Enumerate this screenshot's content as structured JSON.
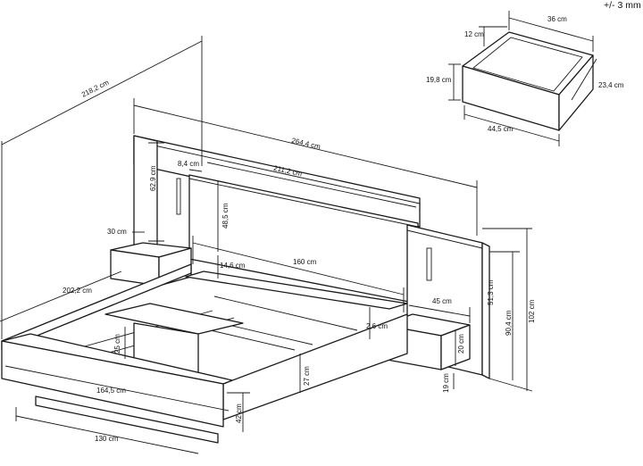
{
  "tolerance": "+/- 3 mm",
  "dims": {
    "d_36": "36 cm",
    "d_12": "12 cm",
    "d_19_8": "19,8 cm",
    "d_23_4": "23,4 cm",
    "d_44_5": "44,5 cm",
    "d_218_2": "218,2 cm",
    "d_264_4": "264,4 cm",
    "d_211_2": "211,2 cm",
    "d_8_4": "8,4 cm",
    "d_62_9": "62,9 cm",
    "d_48_5": "48,5 cm",
    "d_30": "30 cm",
    "d_160": "160 cm",
    "d_14_6": "14,6 cm",
    "d_202_2": "202,2 cm",
    "d_45": "45 cm",
    "d_51_3": "51,3 cm",
    "d_90_4": "90,4 cm",
    "d_102": "102 cm",
    "d_2_6": "2,6 cm",
    "d_20": "20 cm",
    "d_25": "25 cm",
    "d_27": "27 cm",
    "d_164_5": "164,5 cm",
    "d_19": "19 cm",
    "d_42": "42 cm",
    "d_130": "130 cm"
  }
}
